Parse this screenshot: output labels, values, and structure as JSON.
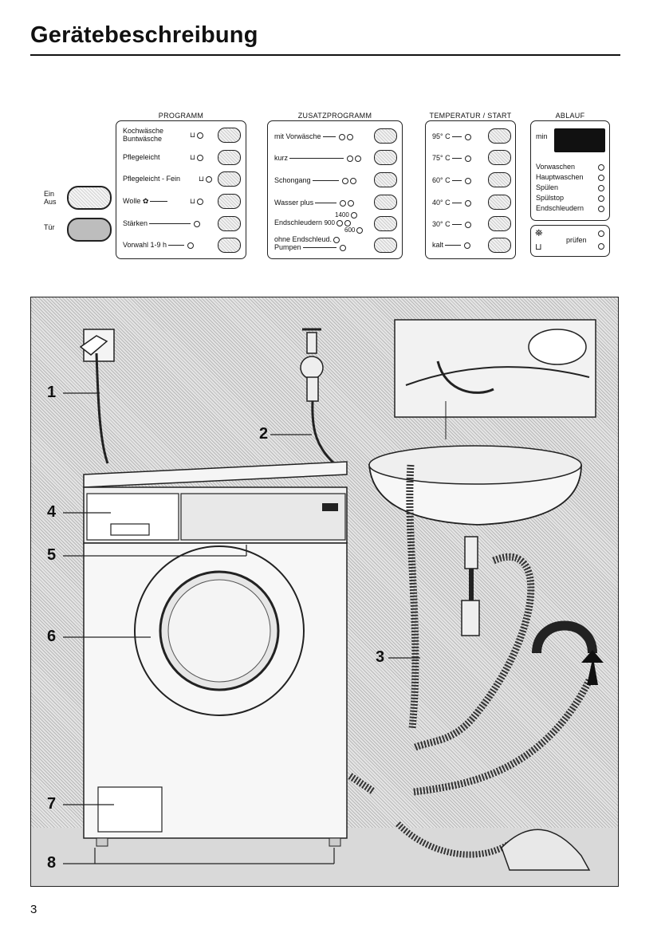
{
  "page": {
    "title": "Gerätebeschreibung",
    "page_number": "3"
  },
  "panel": {
    "power": {
      "label_line1": "Ein",
      "label_line2": "Aus"
    },
    "door": {
      "label": "Tür"
    },
    "programm": {
      "title": "PROGRAMM",
      "items": [
        {
          "line1": "Kochwäsche",
          "line2": "Buntwäsche"
        },
        {
          "line1": "Pflegeleicht"
        },
        {
          "line1": "Pflegeleicht - Fein"
        },
        {
          "line1": "Wolle"
        },
        {
          "line1": "Stärken"
        },
        {
          "line1": "Vorwahl 1-9 h"
        }
      ]
    },
    "zusatz": {
      "title": "ZUSATZPROGRAMM",
      "items": [
        {
          "line1": "mit Vorwäsche"
        },
        {
          "line1": "kurz"
        },
        {
          "line1": "Schongang"
        },
        {
          "line1": "Wasser plus"
        },
        {
          "line1": "Endschleudern",
          "speeds": [
            "1400",
            "900",
            "600"
          ]
        },
        {
          "line1": "ohne Endschleud.",
          "line2": "Pumpen"
        }
      ]
    },
    "temperatur": {
      "title": "TEMPERATUR / START",
      "items": [
        "95° C",
        "75° C",
        "60° C",
        "40° C",
        "30° C",
        "kalt"
      ]
    },
    "ablauf": {
      "title": "ABLAUF",
      "min_label": "min",
      "steps": [
        "Vorwaschen",
        "Hauptwaschen",
        "Spülen",
        "Spülstop",
        "Endschleudern"
      ],
      "check_label": "prüfen"
    }
  },
  "illustration": {
    "callouts": [
      "1",
      "2",
      "3",
      "4",
      "5",
      "6",
      "7",
      "8"
    ]
  }
}
